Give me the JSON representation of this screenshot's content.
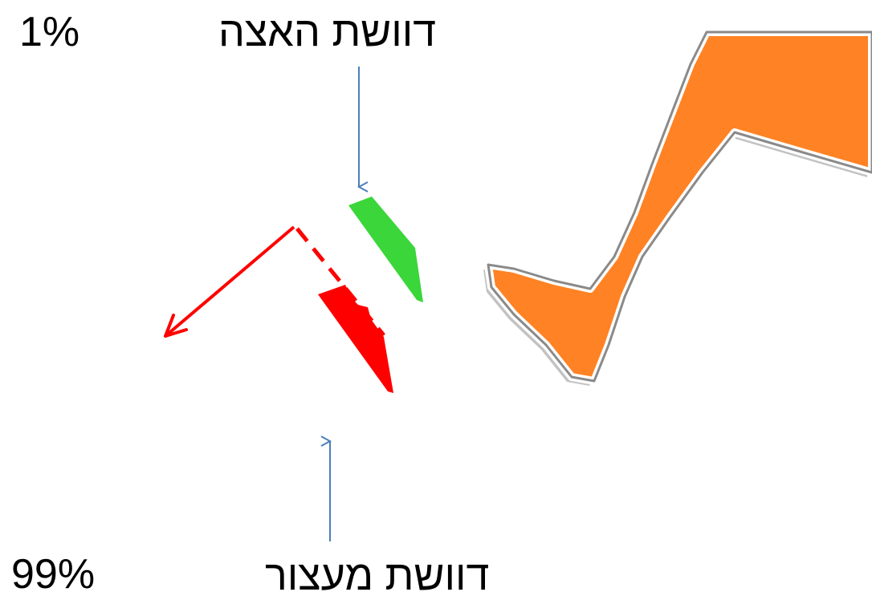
{
  "percent_top": "1%",
  "percent_bottom": "99%",
  "label_top": "דוושת האצה",
  "label_bottom": "דוושת מעצור",
  "colors": {
    "accelerator": "#3ad63a",
    "brake": "#ff0000",
    "leg_fill": "#ff8224",
    "leg_outline": "#8a8a8a",
    "pointer_arrow": "#4a7ebb",
    "text": "#000000"
  },
  "icons": {
    "leg": "leg-icon",
    "accelerator": "accelerator-pedal-icon",
    "brake": "brake-pedal-icon"
  }
}
